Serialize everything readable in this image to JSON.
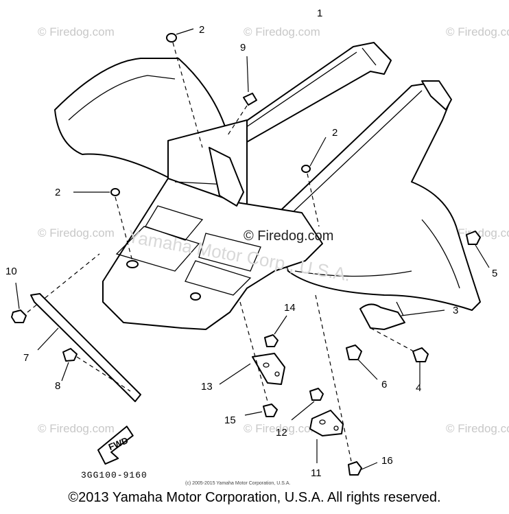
{
  "watermark": {
    "text": "© Firedog.com",
    "center_text": "© Firedog.com",
    "ghost_text": "Yamaha Motor Corp., U.S.A."
  },
  "diagram": {
    "part_code": "3GG100-9160",
    "fwd_label": "FWD",
    "fine_print": "(c) 2005-2015 Yamaha Motor Corporation, U.S.A."
  },
  "callouts": [
    "1",
    "2",
    "2",
    "2",
    "3",
    "4",
    "5",
    "6",
    "7",
    "8",
    "9",
    "10",
    "11",
    "12",
    "13",
    "14",
    "15",
    "16"
  ],
  "footer": {
    "copyright": "©2013 Yamaha Motor Corporation, U.S.A. All rights reserved."
  }
}
